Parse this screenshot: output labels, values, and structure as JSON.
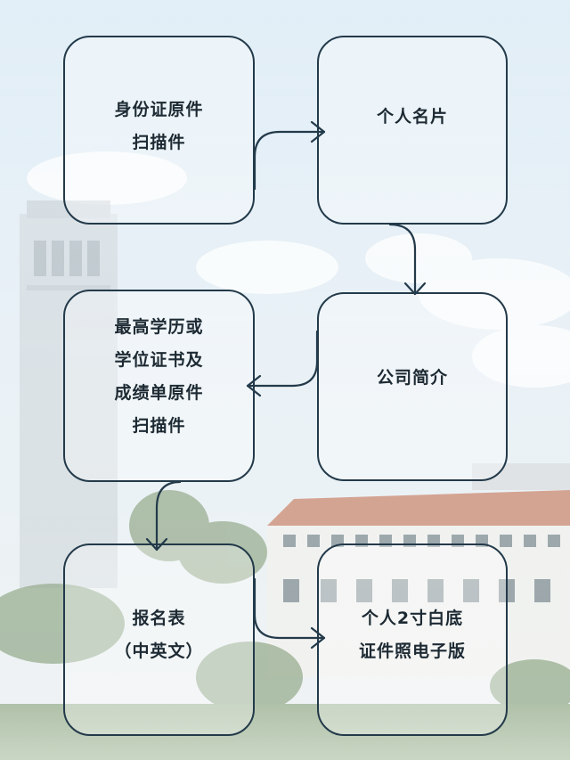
{
  "steps": [
    {
      "label": "身份证原件\n扫描件"
    },
    {
      "label": "个人名片"
    },
    {
      "label": "公司简介"
    },
    {
      "label": "最高学历或\n学位证书及\n成绩单原件\n扫描件"
    },
    {
      "label": "报名表\n（中英文）"
    },
    {
      "label": "个人2寸白底\n证件照电子版"
    }
  ],
  "colors": {
    "outline": "#233a4a",
    "text": "#1d2a33",
    "sky_top": "#d6e7f3",
    "roof": "#c9846b"
  }
}
